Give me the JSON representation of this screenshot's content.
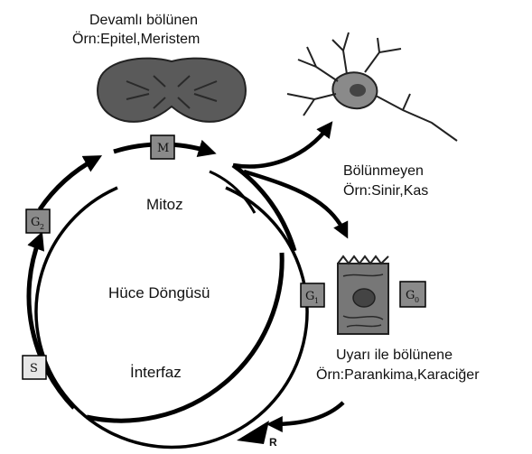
{
  "labels": {
    "dividing_title": "Devamlı bölünen",
    "dividing_example": "Örn:Epitel,Meristem",
    "nondividing_title": "Bölünmeyen",
    "nondividing_example": "Örn:Sinir,Kas",
    "stimulus_title": "Uyarı ile bölünene",
    "stimulus_example": "Örn:Parankima,Karaciğer",
    "mitosis": "Mitoz",
    "cycle": "Hüce Döngüsü",
    "interphase": "İnterfaz",
    "restriction_point": "R"
  },
  "phases": {
    "m": "M",
    "g2": "G",
    "g2_sub": "2",
    "s": "S",
    "g1": "G",
    "g1_sub": "1",
    "g0": "G",
    "g0_sub": "0"
  },
  "colors": {
    "phase_box_dark": "#8a8a8a",
    "phase_box_light": "#e6e6e6",
    "cell_fill": "#5a5a5a",
    "line": "#000000"
  }
}
